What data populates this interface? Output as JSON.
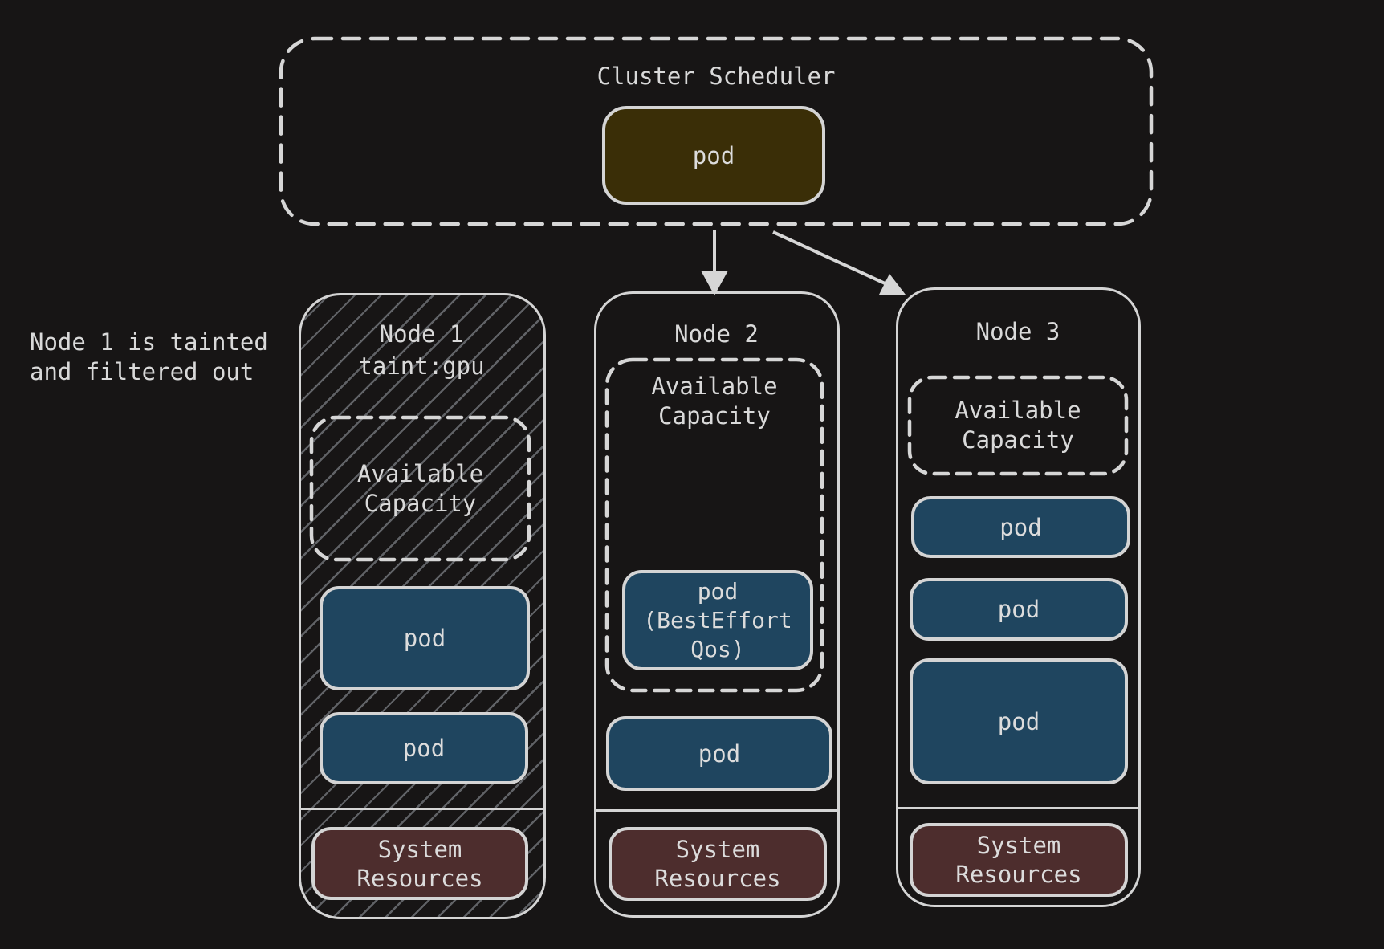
{
  "scheduler": {
    "title": "Cluster Scheduler",
    "pod_label": "pod"
  },
  "annotation": "Node 1 is tainted and filtered out",
  "nodes": [
    {
      "title": "Node 1",
      "taint": "taint:gpu",
      "capacity_label": "Available Capacity",
      "pods": [
        "pod",
        "pod"
      ],
      "system_label": "System Resources"
    },
    {
      "title": "Node 2",
      "capacity_label": "Available Capacity",
      "capacity_pod_label": "pod (BestEffort Qos)",
      "pods": [
        "pod"
      ],
      "system_label": "System Resources"
    },
    {
      "title": "Node 3",
      "capacity_label": "Available Capacity",
      "pods": [
        "pod",
        "pod",
        "pod"
      ],
      "system_label": "System Resources"
    }
  ],
  "colors": {
    "background": "#171515",
    "stroke": "#d6d6d6",
    "pod_blue": "#1f455f",
    "scheduler_pod_olive": "#3a2e07",
    "system_resources_maroon": "#4d2d2d",
    "hatch_gray": "#6e7378"
  }
}
